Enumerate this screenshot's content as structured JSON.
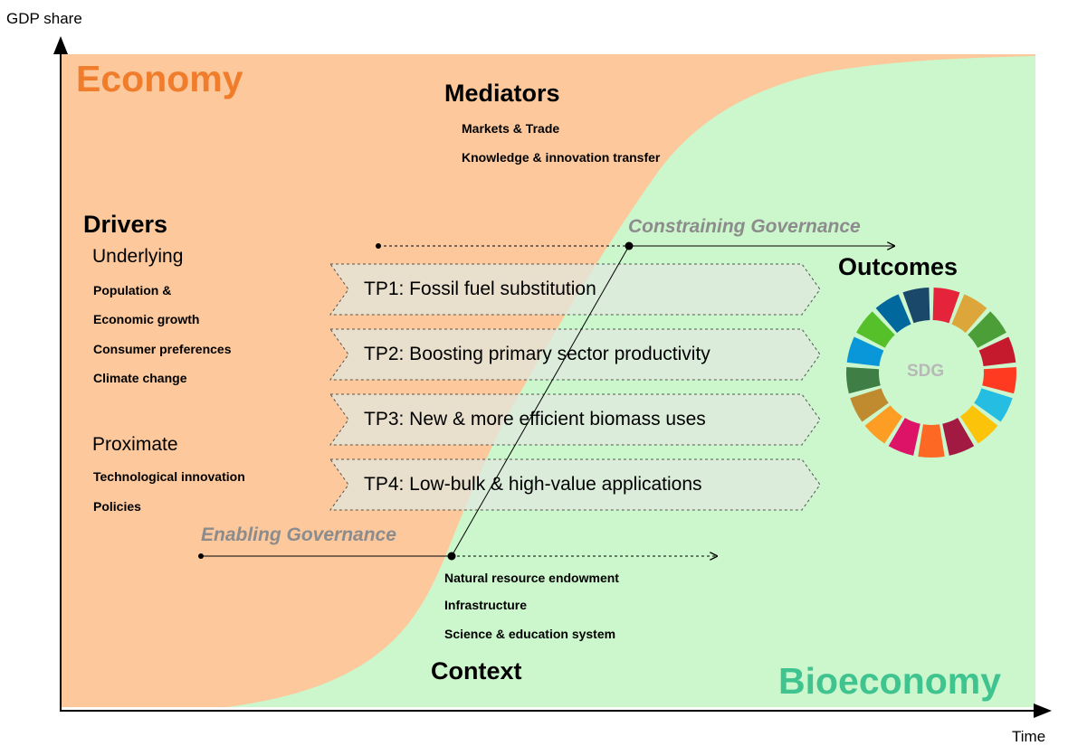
{
  "axes": {
    "y_label": "GDP share",
    "x_label": "Time"
  },
  "regions": {
    "economy": "Economy",
    "bioeconomy": "Bioeconomy"
  },
  "mediators": {
    "title": "Mediators",
    "items": [
      "Markets & Trade",
      "Knowledge & innovation transfer"
    ]
  },
  "drivers": {
    "title": "Drivers",
    "underlying": {
      "label": "Underlying",
      "items": [
        "Population &",
        "Economic growth",
        "Consumer preferences",
        "Climate change"
      ]
    },
    "proximate": {
      "label": "Proximate",
      "items": [
        "Technological innovation",
        "Policies"
      ]
    }
  },
  "governance": {
    "constraining": "Constraining Governance",
    "enabling": "Enabling Governance"
  },
  "pathways": [
    "TP1: Fossil fuel substitution",
    "TP2: Boosting primary sector productivity",
    "TP3: New & more efficient biomass uses",
    "TP4: Low-bulk & high-value applications"
  ],
  "outcomes": {
    "title": "Outcomes",
    "center": "SDG"
  },
  "context": {
    "title": "Context",
    "items": [
      "Natural resource endowment",
      "Infrastructure",
      "Science & education system"
    ]
  },
  "colors": {
    "economy_fill": "#fcc89c",
    "bioeconomy_fill": "#ccf6cc",
    "economy_text": "#f07d2b",
    "bioeconomy_text": "#3fc38f",
    "governance_text": "#8c8c8c",
    "pathway_fill": "#e0e8e0",
    "sdg_wheel": [
      "#e5243b",
      "#dda63a",
      "#4c9f38",
      "#c5192d",
      "#ff3a21",
      "#26bde2",
      "#fcc30b",
      "#a21942",
      "#fd6925",
      "#dd1367",
      "#fd9d24",
      "#bf8b2e",
      "#3f7e44",
      "#0a97d9",
      "#56c02b",
      "#00689d",
      "#19486a"
    ]
  }
}
